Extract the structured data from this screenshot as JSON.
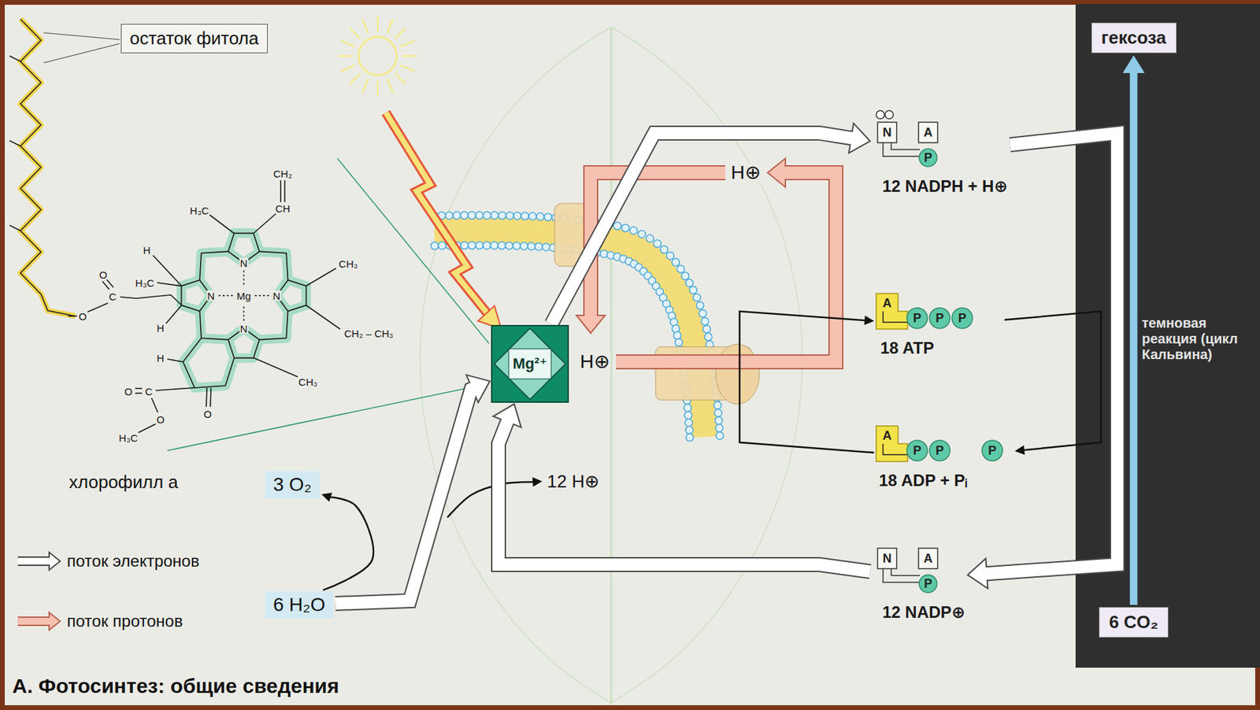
{
  "diagram": {
    "title": "А. Фотосинтез: общие сведения",
    "nodes": [
      {
        "text": [
          "остаток фитола"
        ]
      },
      {
        "text": [
          "темновая реакция (цикл Кальвина)"
        ]
      },
      {
        "text": [
          "гексоза"
        ],
        "in": 1
      },
      {
        "text": [
          "N",
          "A",
          "P",
          "12 NADPH + H⊕"
        ]
      },
      {
        "text": [
          "Mg²⁺"
        ]
      },
      {
        "text": [
          "A",
          "P",
          "P",
          "P",
          "18 ATP"
        ]
      },
      {
        "text": [
          "A",
          "P",
          "P",
          "P",
          "18 ADP + Pᵢ"
        ]
      },
      {
        "text": [
          "3 O₂"
        ]
      },
      {
        "text": [
          "N",
          "A",
          "P",
          "12 NADP⊕"
        ]
      },
      {
        "text": [
          "6 H₂O"
        ]
      },
      {
        "text": [
          "6 CO₂"
        ],
        "in": 1
      }
    ],
    "edges": [
      {
        "from": 9,
        "to": 4,
        "arrow": "to"
      },
      {
        "from": 4,
        "to": 3,
        "arrow": "to"
      },
      {
        "from": 3,
        "to": 8,
        "arrow": "to"
      },
      {
        "from": 8,
        "to": 4,
        "arrow": "to"
      },
      {
        "from": 9,
        "to": 7,
        "arrow": "to"
      },
      {
        "from": 5,
        "to": 6,
        "arrow": "to"
      },
      {
        "from": 6,
        "to": 5,
        "arrow": "to"
      },
      {
        "from": 10,
        "to": 2,
        "arrow": "to"
      }
    ],
    "labels": [
      "CH₂",
      "CH",
      "H₃C",
      "CH₃",
      "H",
      "N",
      "H₃C",
      "O",
      "N",
      "Mg",
      "N",
      "C",
      "O",
      "H",
      "N",
      "CH₂ – CH₃",
      "H",
      "CH₃",
      "O",
      "C",
      "O",
      "O",
      "H₃C",
      "хлорофилл а",
      "H⊕",
      "H⊕",
      "12 H⊕"
    ],
    "legend": [
      {
        "text": "поток электронов"
      },
      {
        "text": "поток протонов"
      }
    ]
  }
}
